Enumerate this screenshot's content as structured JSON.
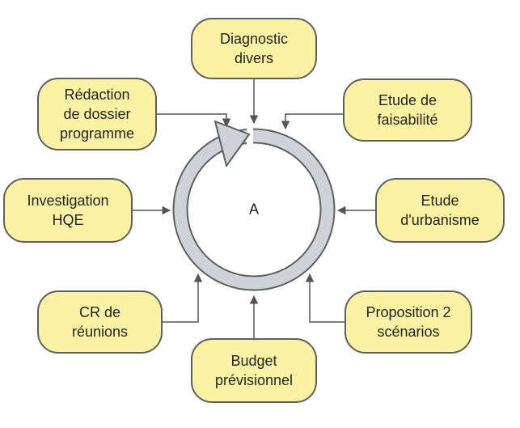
{
  "center": {
    "label": "A"
  },
  "nodes": {
    "diagnostic": "Diagnostic\ndivers",
    "redaction": "Rédaction\nde dossier\nprogramme",
    "faisabilite": "Etude de\nfaisabilité",
    "investigation": "Investigation\nHQE",
    "urbanisme": "Etude\nd'urbanisme",
    "cr": "CR de\nréunions",
    "proposition": "Proposition 2\nscénarios",
    "budget": "Budget\nprévisionnel"
  },
  "colors": {
    "node_fill": "#fbf3a3",
    "node_border": "#5f5f5f",
    "ring_fill": "#cfd3d9",
    "ring_border": "#5f5f5f",
    "connector": "#555555"
  }
}
